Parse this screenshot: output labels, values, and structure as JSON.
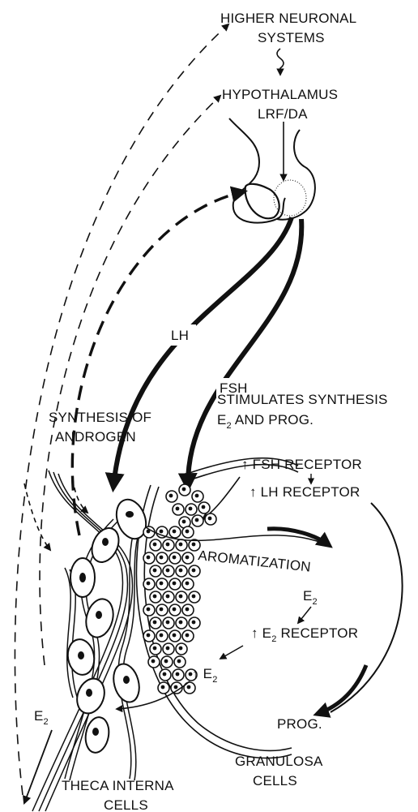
{
  "labels": {
    "higher_line1": "HIGHER NEURONAL",
    "higher_line2": "SYSTEMS",
    "hypothalamus": "HYPOTHALAMUS",
    "lrf_da": "LRF/DA",
    "lh": "LH",
    "fsh": "FSH",
    "synthesis_line1": "SYNTHESIS OF",
    "synthesis_line2": "ANDROGEN",
    "stimulates_line1": "STIMULATES SYNTHESIS",
    "stimulates_line2_e": "E",
    "stimulates_line2_sub": "2",
    "stimulates_line2_rest": " AND PROG.",
    "fsh_receptor": "FSH RECEPTOR",
    "lh_receptor": "LH RECEPTOR",
    "aromatization": "AROMATIZATION",
    "e2_after_arom_e": "E",
    "e2_after_arom_sub": "2",
    "e2_receptor_e": "E",
    "e2_receptor_sub": "2",
    "e2_receptor_rest": " RECEPTOR",
    "e2_up_e": "E",
    "e2_up_sub": "2",
    "e2_left_e": "E",
    "e2_left_sub": "2",
    "prog": "PROG.",
    "granulosa_line1": "GRANULOSA",
    "granulosa_line2": "CELLS",
    "theca_line1": "THECA INTERNA",
    "theca_line2": "CELLS",
    "up_arrow": "↑"
  }
}
